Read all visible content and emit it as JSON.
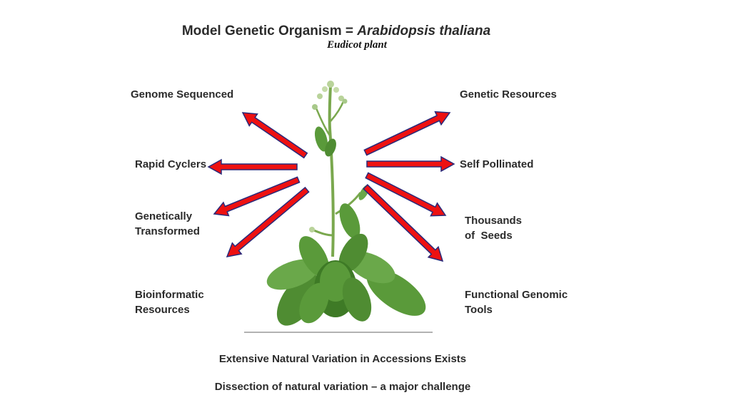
{
  "title": {
    "main": "Model Genetic Organism = ",
    "species": "Arabidopsis thaliana",
    "subtitle": "Eudicot plant"
  },
  "left_labels": {
    "genome_sequenced": "Genome Sequenced",
    "rapid_cyclers": "Rapid Cyclers",
    "genetically_transformed": [
      "Genetically",
      "Transformed"
    ],
    "bioinformatic_resources": [
      "Bioinformatic",
      "Resources"
    ]
  },
  "right_labels": {
    "genetic_resources": "Genetic Resources",
    "self_pollinated": "Self Pollinated",
    "thousands_of_seeds": [
      "Thousands",
      "of  Seeds"
    ],
    "functional_genomic_tools": [
      "Functional Genomic",
      "Tools"
    ]
  },
  "bottom": {
    "line1": "Extensive Natural Variation in Accessions Exists",
    "line2": "Dissection of natural variation – a major challenge"
  },
  "colors": {
    "arrow_fill": "#ee1111",
    "arrow_stroke": "#2a2a7a",
    "leaf": "#5a9a3a",
    "leaf_dark": "#3e7a26",
    "stem": "#7aa84e"
  },
  "icons": {
    "plant": "arabidopsis-plant-illustration"
  }
}
